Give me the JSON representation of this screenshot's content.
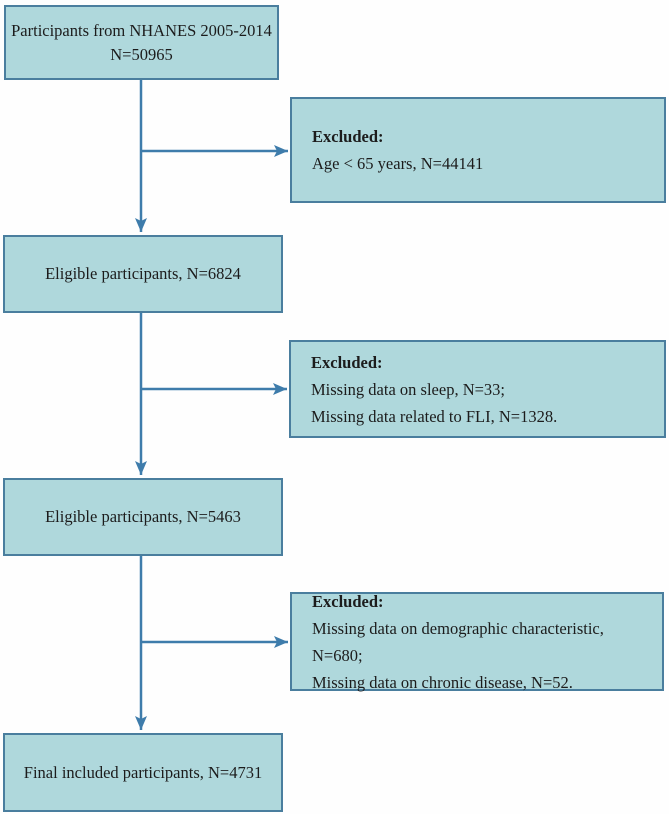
{
  "colors": {
    "box_fill": "#afd8dc",
    "box_border": "#4a7e9e",
    "arrow": "#3e7cab",
    "text": "#1c1c1c"
  },
  "flow": {
    "start": {
      "line1": "Participants from NHANES 2005-2014",
      "line2": "N=50965"
    },
    "step1": {
      "label": "Eligible participants, N=6824"
    },
    "step2": {
      "label": "Eligible participants, N=5463"
    },
    "final": {
      "label": "Final included participants, N=4731"
    },
    "exclusions": [
      {
        "title": "Excluded:",
        "lines": [
          "Age < 65 years, N=44141"
        ]
      },
      {
        "title": "Excluded:",
        "lines": [
          "Missing data on sleep, N=33;",
          "Missing data related to FLI, N=1328."
        ]
      },
      {
        "title": "Excluded:",
        "lines": [
          "Missing data on demographic characteristic, N=680;",
          "Missing data on chronic disease, N=52."
        ]
      }
    ]
  }
}
